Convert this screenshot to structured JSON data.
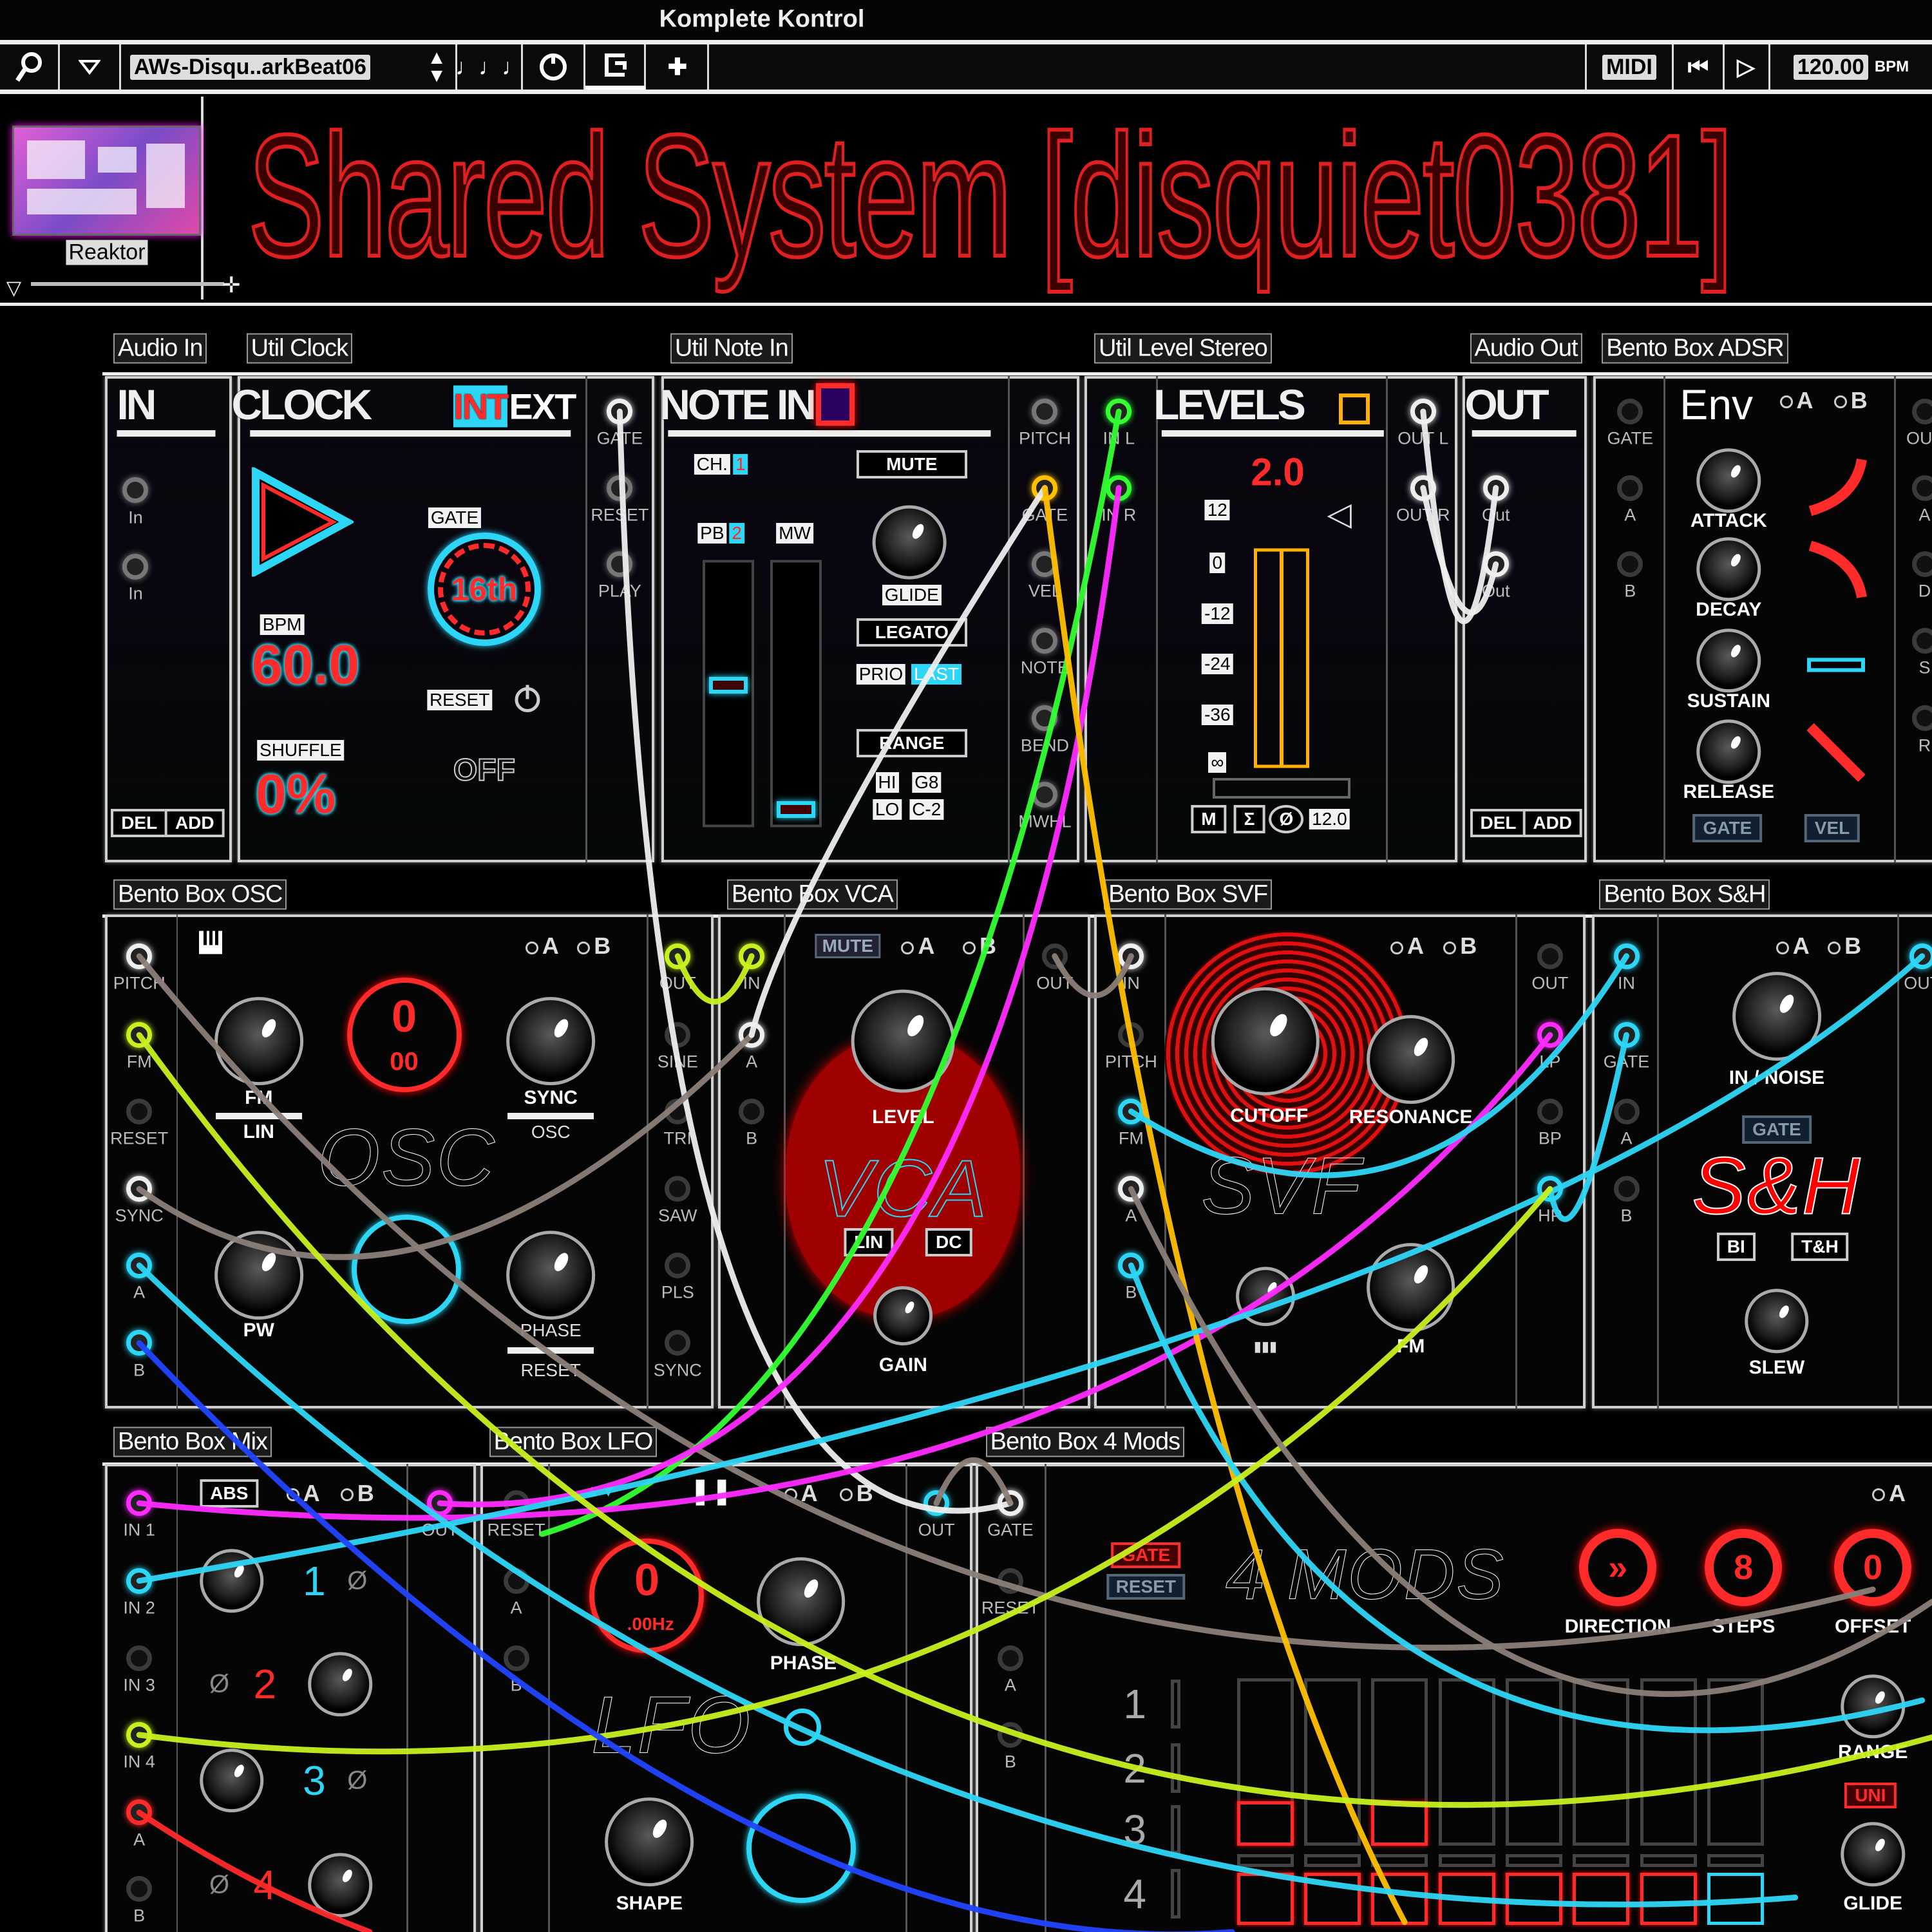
{
  "window": {
    "title": "Komplete Kontrol"
  },
  "toolbar": {
    "preset": "AWs-Disqu..arkBeat06",
    "midi": "MIDI",
    "tempo": "120.00",
    "tempo_unit": "BPM"
  },
  "instrument": {
    "name": "Reaktor"
  },
  "ensemble_title": "Shared System [disquiet0381]",
  "audio_in": {
    "title": "Audio In",
    "heading": "IN",
    "jacks": [
      "In",
      "In"
    ],
    "del": "DEL",
    "add": "ADD"
  },
  "clock": {
    "title": "Util Clock",
    "heading": "CLOCK",
    "int": "INT",
    "ext": "EXT",
    "gate_label": "GATE",
    "rate": "16th",
    "bpm_label": "BPM",
    "bpm": "60.0",
    "reset_label": "RESET",
    "shuffle_label": "SHUFFLE",
    "shuffle": "0%",
    "sync": "OFF",
    "jacks": [
      "GATE",
      "RESET",
      "PLAY"
    ]
  },
  "note_in": {
    "title": "Util Note In",
    "heading": "NOTE IN",
    "ch_label": "CH.",
    "ch": "1",
    "mute": "MUTE",
    "pb_label": "PB",
    "pb": "2",
    "mw": "MW",
    "glide": "GLIDE",
    "legato": "LEGATO",
    "prio_label": "PRIO",
    "prio": "LAST",
    "range": "RANGE",
    "hi_label": "HI",
    "hi": "G8",
    "lo_label": "LO",
    "lo": "C-2",
    "jacks": [
      "PITCH",
      "GATE",
      "VEL",
      "NOTE",
      "BEND",
      "MWHL"
    ]
  },
  "level": {
    "title": "Util Level Stereo",
    "heading": "LEVELS",
    "gain": "2.0",
    "scale": [
      "12",
      "0",
      "-12",
      "-24",
      "-36",
      "∞"
    ],
    "mono": "M",
    "sum": "Σ",
    "invert": "Ø",
    "headroom": "12.0",
    "in_jacks": [
      "IN L",
      "IN R"
    ],
    "out_jacks": [
      "OUT L",
      "OUT R"
    ]
  },
  "audio_out": {
    "title": "Audio Out",
    "heading": "OUT",
    "jacks": [
      "Out",
      "Out"
    ],
    "del": "DEL",
    "add": "ADD"
  },
  "adsr": {
    "title": "Bento Box ADSR",
    "heading": "Env",
    "a": "A",
    "b": "B",
    "in_jacks": [
      "GATE",
      "A",
      "B"
    ],
    "knobs": [
      "ATTACK",
      "DECAY",
      "SUSTAIN",
      "RELEASE"
    ],
    "gate": "GATE",
    "vel": "VEL",
    "out_jacks": [
      "OUT",
      "A",
      "D",
      "S",
      "R"
    ]
  },
  "osc": {
    "title": "Bento Box OSC",
    "heading": "OSC",
    "a": "A",
    "b": "B",
    "in_jacks": [
      "PITCH",
      "FM",
      "RESET",
      "SYNC",
      "A",
      "B"
    ],
    "out_jacks": [
      "OUT",
      "SINE",
      "TRI",
      "SAW",
      "PLS",
      "SYNC"
    ],
    "fm": "FM",
    "fm_mode": "LIN",
    "sync": "SYNC",
    "sync_mode": "OSC",
    "pw": "PW",
    "phase": "PHASE",
    "reset": "RESET",
    "pitch_display": "0",
    "pitch_sub": "00"
  },
  "vca": {
    "title": "Bento Box VCA",
    "heading": "VCA",
    "mute": "MUTE",
    "a": "A",
    "b": "B",
    "in_jacks": [
      "IN",
      "A",
      "B"
    ],
    "out_jack": "OUT",
    "level": "LEVEL",
    "lin": "LIN",
    "dc": "DC",
    "gain": "GAIN"
  },
  "svf": {
    "title": "Bento Box SVF",
    "heading": "SVF",
    "a": "A",
    "b": "B",
    "in_jacks": [
      "IN",
      "PITCH",
      "FM",
      "A",
      "B"
    ],
    "out_jacks": [
      "OUT",
      "LP",
      "BP",
      "HP"
    ],
    "cutoff": "CUTOFF",
    "resonance": "RESONANCE",
    "fm": "FM"
  },
  "sh": {
    "title": "Bento Box S&H",
    "heading": "S&H",
    "a": "A",
    "b": "B",
    "in_jacks": [
      "IN",
      "GATE",
      "A",
      "B"
    ],
    "out_jack": "OUT",
    "in_noise": "IN / NOISE",
    "gate": "GATE",
    "bi": "BI",
    "th": "T&H",
    "slew": "SLEW"
  },
  "mix": {
    "title": "Bento Box Mix",
    "abs": "ABS",
    "a": "A",
    "b": "B",
    "in_jacks": [
      "IN 1",
      "IN 2",
      "IN 3",
      "IN 4",
      "A",
      "B"
    ],
    "out_jack": "OUT",
    "channels": [
      "1",
      "2",
      "3",
      "4"
    ],
    "invert": "Ø"
  },
  "lfo": {
    "title": "Bento Box LFO",
    "heading": "LFO",
    "a": "A",
    "b": "B",
    "in_jacks": [
      "RESET",
      "A",
      "B"
    ],
    "out_jack": "OUT",
    "rate": "0",
    "rate_unit": ".00Hz",
    "phase": "PHASE",
    "shape": "SHAPE"
  },
  "mods": {
    "title": "Bento Box 4 Mods",
    "heading": "4 MODS",
    "a": "A",
    "in_jacks": [
      "GATE",
      "RESET",
      "A",
      "B"
    ],
    "gate": "GATE",
    "reset": "RESET",
    "direction": "DIRECTION",
    "steps": "STEPS",
    "offset": "OFFSET",
    "direction_value": "»",
    "steps_value": "8",
    "offset_value": "0",
    "rows": [
      "1",
      "2",
      "3",
      "4"
    ],
    "range": "RANGE",
    "uni": "UNI",
    "glide": "GLIDE",
    "row3_active": [
      1,
      0,
      1,
      0,
      0,
      0,
      0,
      0
    ],
    "row4_active": [
      1,
      1,
      1,
      1,
      1,
      1,
      1,
      2
    ]
  },
  "colors": {
    "red": "#ff2a2a",
    "cyan": "#2dd6f5",
    "magenta": "#ff2bff",
    "lime": "#c8f020",
    "green": "#33ff33",
    "yellow": "#ffc000",
    "grey": "#8a7f78",
    "white": "#eeeeee",
    "blue": "#2244ff"
  }
}
